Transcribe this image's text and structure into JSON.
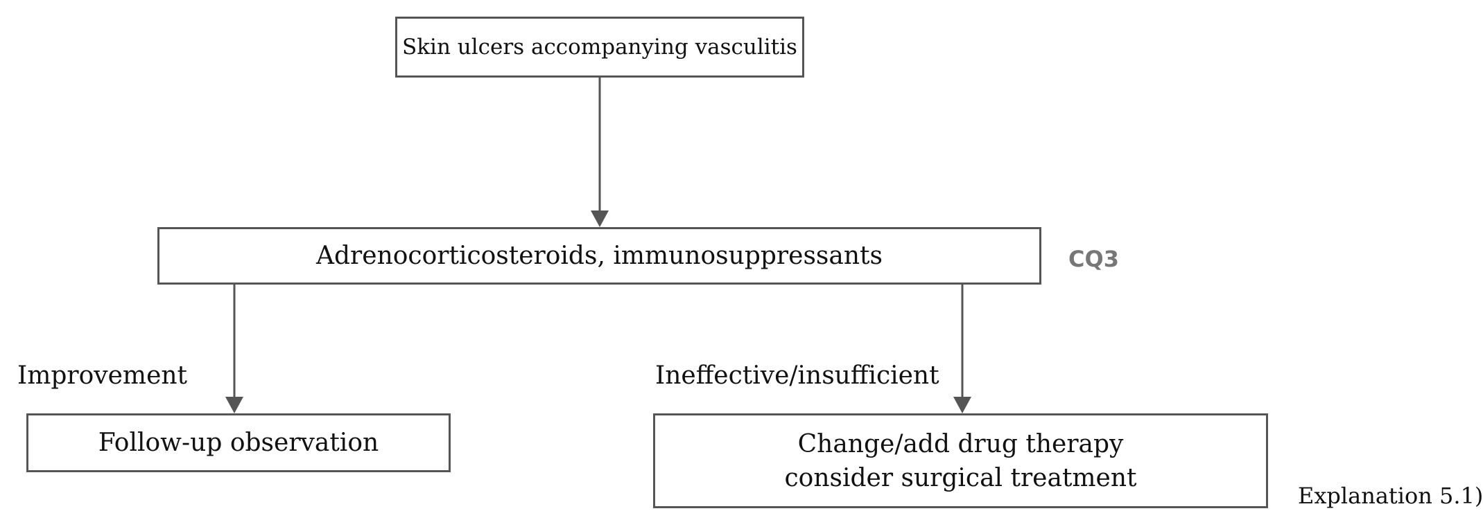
{
  "nodes": {
    "skin_ulcers": "Skin ulcers accompanying vasculitis",
    "steroids": "Adrenocorticosteroids, immunosuppressants",
    "follow_up": "Follow-up observation",
    "change_therapy_line1": "Change/add drug therapy",
    "change_therapy_line2": "consider surgical treatment"
  },
  "edge_labels": {
    "improvement": "Improvement",
    "ineffective": "Ineffective/insufficient"
  },
  "annotations": {
    "cq": "CQ3",
    "explanation": "Explanation 5.1)"
  },
  "colors": {
    "line": "#555555",
    "cq_text": "#777777"
  }
}
